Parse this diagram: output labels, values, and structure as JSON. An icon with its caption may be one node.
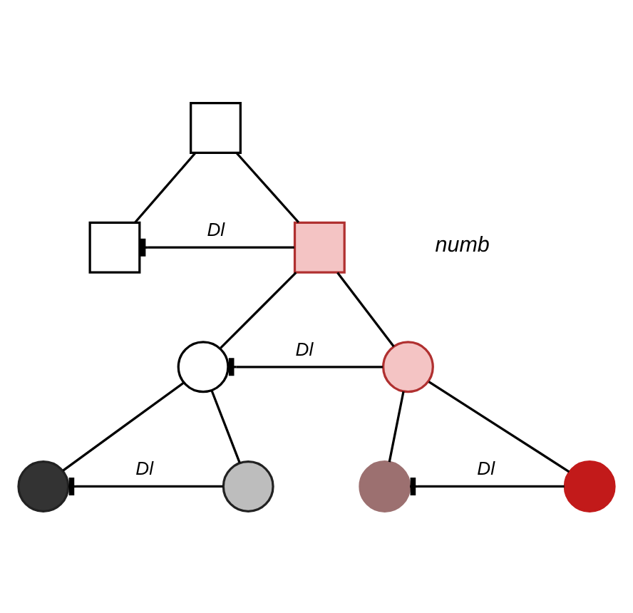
{
  "diagram": {
    "nodes": [
      {
        "text": [],
        "shape": "box"
      },
      {
        "text": [],
        "shape": "box"
      },
      {
        "text": [],
        "shape": "box"
      },
      {
        "text": [],
        "shape": "circle"
      },
      {
        "text": [],
        "shape": "circle"
      },
      {
        "text": [],
        "shape": "circle"
      },
      {
        "text": [],
        "shape": "circle"
      },
      {
        "text": [],
        "shape": "circle"
      },
      {
        "text": [],
        "shape": "circle"
      }
    ],
    "edges": [
      {
        "from": 0,
        "to": 1,
        "arrow": "none"
      },
      {
        "from": 0,
        "to": 2,
        "arrow": "none"
      },
      {
        "from": 2,
        "to": 1,
        "arrow": "other",
        "label": "Dl"
      },
      {
        "from": 2,
        "to": 3,
        "arrow": "none"
      },
      {
        "from": 2,
        "to": 4,
        "arrow": "none"
      },
      {
        "from": 4,
        "to": 3,
        "arrow": "other",
        "label": "Dl"
      },
      {
        "from": 3,
        "to": 5,
        "arrow": "none"
      },
      {
        "from": 3,
        "to": 6,
        "arrow": "none"
      },
      {
        "from": 6,
        "to": 5,
        "arrow": "other",
        "label": "Dl"
      },
      {
        "from": 4,
        "to": 7,
        "arrow": "none"
      },
      {
        "from": 4,
        "to": 8,
        "arrow": "none"
      },
      {
        "from": 8,
        "to": 7,
        "arrow": "other",
        "label": "Dl"
      }
    ],
    "labels": [
      "numb"
    ]
  }
}
